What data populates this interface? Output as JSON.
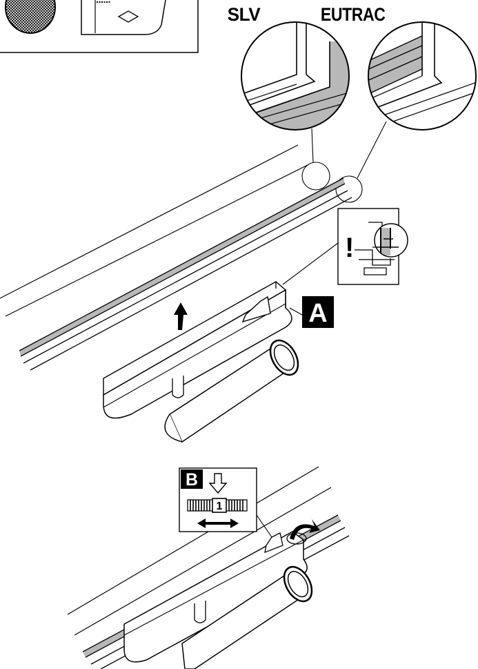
{
  "labels": {
    "slv": "SLV",
    "eutrac": "EUTRAC",
    "step_a": "A",
    "step_b": "B",
    "warning": "!",
    "dial_value": "1"
  },
  "colors": {
    "line": "#000000",
    "rail_fill": "#b8b8b8",
    "background": "#ffffff",
    "badge": "#000000",
    "badge_text": "#ffffff"
  },
  "icons": {
    "step_a_arrow": "arrow-up-icon",
    "step_b_arrow": "arrow-down-icon",
    "step_b_width": "double-arrow-icon",
    "rotate": "rotate-icon"
  }
}
